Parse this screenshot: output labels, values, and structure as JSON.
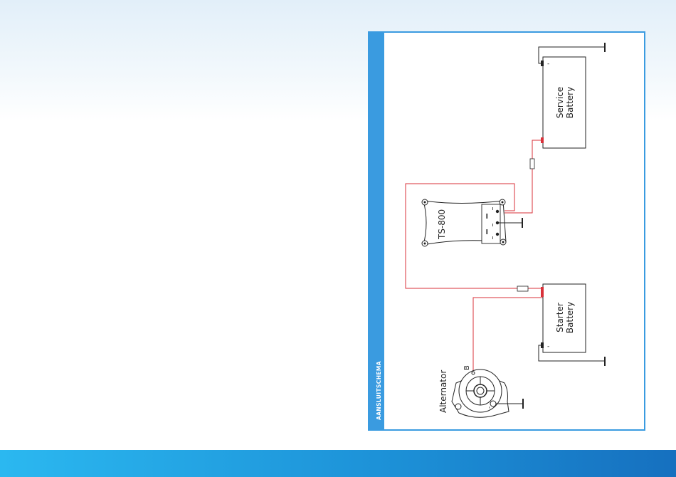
{
  "diagram": {
    "section_label": "AANSLUITSCHEMA",
    "service_battery": {
      "line1": "Service",
      "line2": "Battery",
      "minus": "-"
    },
    "starter_battery": {
      "line1": "Starter",
      "line2": "Battery",
      "minus": "-"
    },
    "device": {
      "label": "TS-800"
    },
    "alternator": {
      "label": "Alternator",
      "terminal": "B",
      "minus": "-"
    }
  },
  "colors": {
    "frame": "#3a9be0",
    "wire_positive": "#d9313a",
    "wire_ground": "#222222",
    "bottom_bar_start": "#2bb8f0",
    "bottom_bar_end": "#1670bf"
  }
}
